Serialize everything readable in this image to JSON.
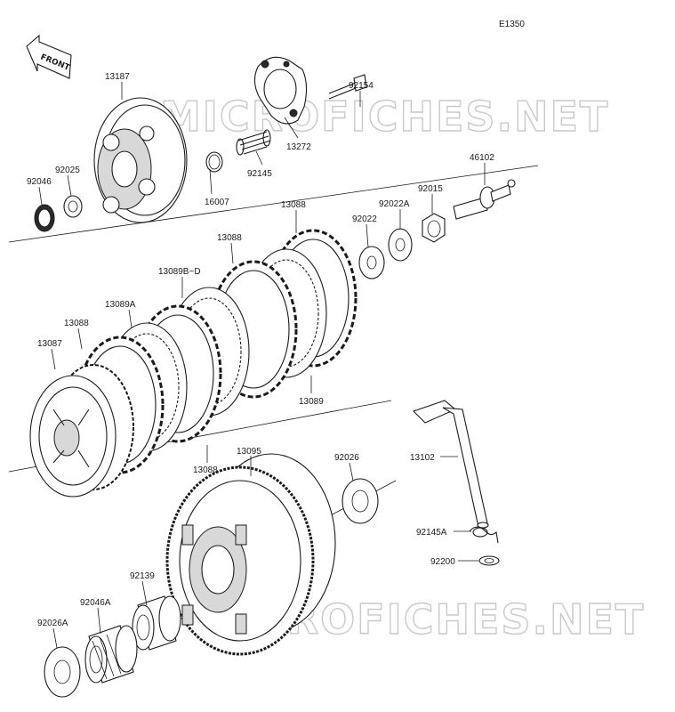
{
  "diagram": {
    "code": "E1350",
    "front_label": "FRONT",
    "watermark": "MICROFICHES.NET",
    "parts": [
      "13187",
      "92154",
      "13272",
      "92145",
      "16007",
      "92025",
      "92046",
      "46102",
      "92015",
      "92022A",
      "92022",
      "13088",
      "13088",
      "13089B~D",
      "13089A",
      "13088",
      "13087",
      "13089",
      "13088",
      "13095",
      "92026",
      "13102",
      "92145A",
      "92200",
      "92139",
      "92046A",
      "92026A"
    ]
  }
}
